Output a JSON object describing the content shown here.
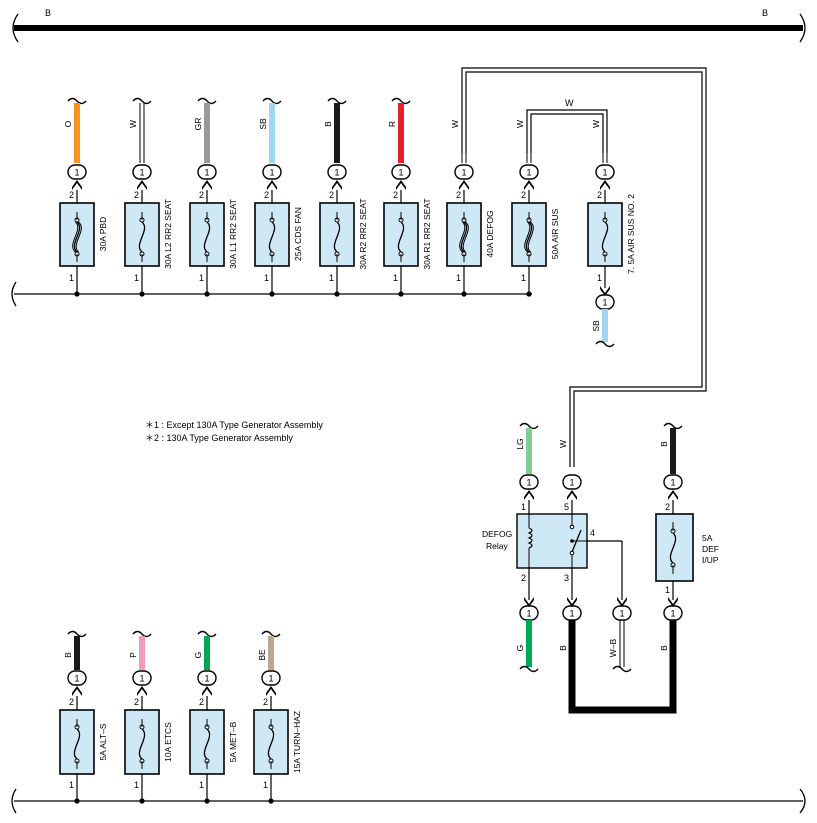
{
  "bus": {
    "label_left": "B",
    "label_right": "B"
  },
  "connector_label": "1",
  "top_fuses": [
    {
      "name": "30A PBD",
      "wire": "O",
      "color": "#f7941d",
      "double": true
    },
    {
      "name": "30A L2 RR2 SEAT",
      "wire": "W",
      "color": "#ffffff",
      "double": false
    },
    {
      "name": "30A L1 RR2 SEAT",
      "wire": "GR",
      "color": "#999999",
      "double": false
    },
    {
      "name": "25A CDS FAN",
      "wire": "SB",
      "color": "#9fd6f4",
      "double": false
    },
    {
      "name": "30A R2 RR2 SEAT",
      "wire": "B",
      "color": "#1a1a1a",
      "double": false
    },
    {
      "name": "30A R1 RR2 SEAT",
      "wire": "R",
      "color": "#e8202a",
      "double": false
    },
    {
      "name": "40A DEFOG",
      "wire": "W",
      "color": "#ffffff",
      "double": true
    },
    {
      "name": "50A AIR SUS",
      "wire": "W",
      "color": "#ffffff",
      "double": true
    },
    {
      "name": "7. 5A AIR SUS NO. 2",
      "wire": "W",
      "color": "#ffffff",
      "double": false
    }
  ],
  "air_sus_no2_out": {
    "wire": "SB",
    "color": "#9fd6f4"
  },
  "pins": {
    "top": "2",
    "bottom": "1"
  },
  "notes": [
    "＊1 : Except 130A Type Generator Assembly",
    "＊2 : 130A Type Generator Assembly"
  ],
  "relay": {
    "name_line1": "DEFOG",
    "name_line2": "Relay",
    "pin1": "1",
    "pin2": "2",
    "pin3": "3",
    "pin4": "4",
    "pin5": "5",
    "in_coil": {
      "wire": "LG",
      "color": "#7fcf97"
    },
    "in_switch": {
      "wire": "W",
      "color": "#ffffff"
    },
    "out_coil": {
      "wire": "G",
      "color": "#00a651"
    },
    "out_switch": {
      "wire": "B",
      "color": "#1a1a1a"
    },
    "out_pin4": {
      "wire": "W–B",
      "color": "#ffffff"
    }
  },
  "def_fuse": {
    "line1": "5A",
    "line2": "DEF",
    "line3": "I/UP",
    "in": {
      "wire": "B",
      "color": "#1a1a1a"
    },
    "out": {
      "wire": "B",
      "color": "#1a1a1a"
    },
    "pin_top": "2",
    "pin_bottom": "1"
  },
  "bottom_fuses": [
    {
      "name": "5A ALT–S",
      "wire": "B",
      "color": "#1a1a1a"
    },
    {
      "name": "10A ETCS",
      "wire": "P",
      "color": "#f49ac1"
    },
    {
      "name": "5A MET–B",
      "wire": "G",
      "color": "#00a651"
    },
    {
      "name": "15A TURN–HAZ",
      "wire": "BE",
      "color": "#b8a890"
    }
  ]
}
